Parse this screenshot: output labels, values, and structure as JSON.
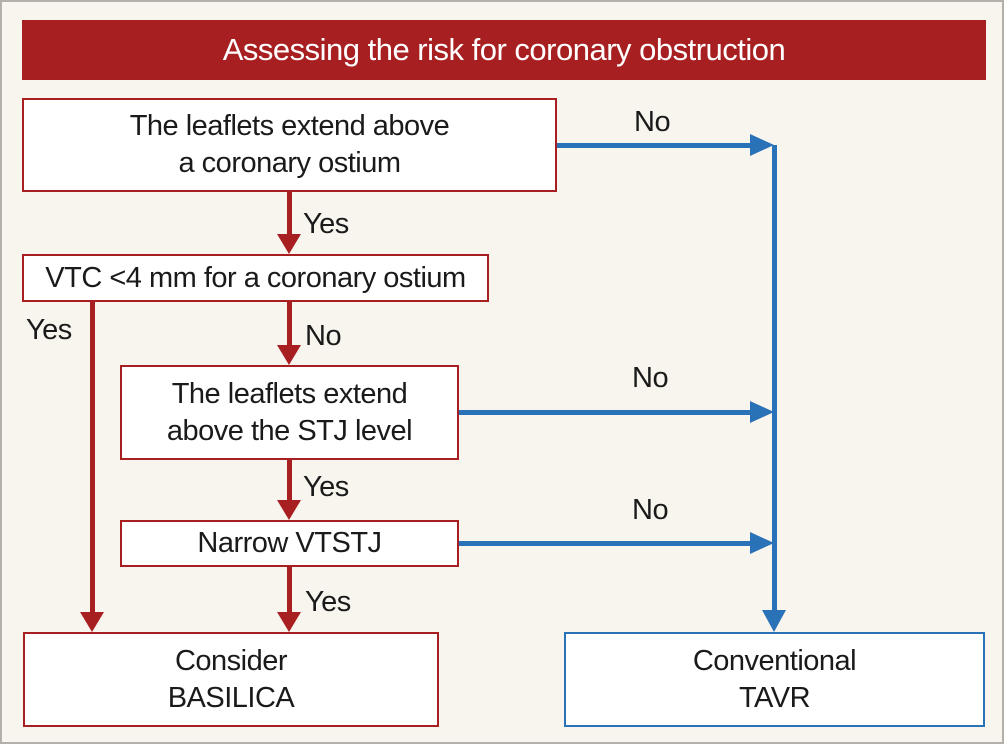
{
  "title": "Assessing the risk for coronary obstruction",
  "colors": {
    "red": "#a81f21",
    "blue": "#2a72b8",
    "bg": "#f8f5ee",
    "frame": "#b3b0ac",
    "text": "#1a1a1a",
    "nodebg": "#ffffff"
  },
  "nodes": {
    "q1": {
      "text": "The leaflets extend above\na coronary ostium"
    },
    "q2": {
      "text": "VTC <4 mm for a coronary ostium"
    },
    "q3": {
      "text": "The leaflets extend\nabove the STJ level"
    },
    "q4": {
      "text": "Narrow VTSTJ"
    },
    "basilica": {
      "text": "Consider\nBASILICA"
    },
    "tavr": {
      "text": "Conventional\nTAVR"
    }
  },
  "edges": {
    "q1_yes": {
      "label": "Yes"
    },
    "q1_no": {
      "label": "No"
    },
    "q2_yes": {
      "label": "Yes"
    },
    "q2_no": {
      "label": "No"
    },
    "q3_yes": {
      "label": "Yes"
    },
    "q3_no": {
      "label": "No"
    },
    "q4_yes": {
      "label": "Yes"
    },
    "q4_no": {
      "label": "No"
    }
  }
}
